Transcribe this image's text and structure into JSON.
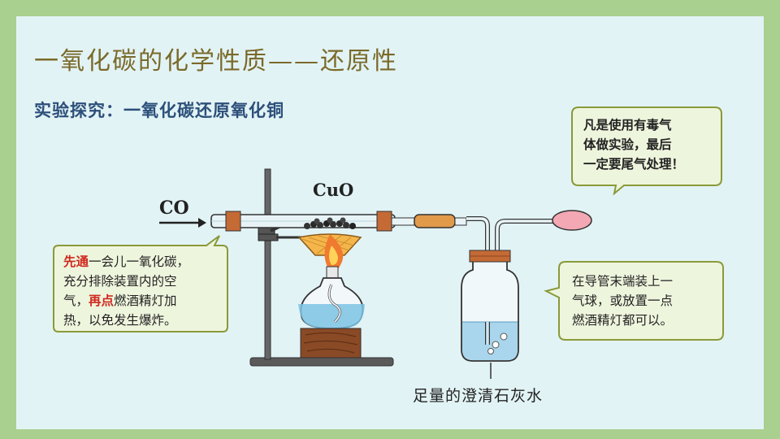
{
  "title": "一氧化碳的化学性质——还原性",
  "subtitle": "实验探究：一氧化碳还原氧化铜",
  "labels": {
    "co": "CO",
    "cuo": "CuO",
    "limewater": "足量的澄清石灰水"
  },
  "note_top_right": {
    "lines": [
      "凡是使用有毒气",
      "体做实验，最后",
      "一定要尾气处理！"
    ]
  },
  "note_left": {
    "line1_red": "先通",
    "line1_rest": "一会儿一氧化碳，",
    "line2": "充分排除装置内的空",
    "line3_pre": "气，",
    "line3_red": "再点",
    "line3_rest": "燃酒精灯加",
    "line4": "热，以免发生爆炸。"
  },
  "note_right": {
    "lines": [
      "在导管末端装上一",
      "气球，或放置一点",
      "燃酒精灯都可以。"
    ]
  },
  "colors": {
    "background_frame": "#a9d08e",
    "slide": "#e2f3f5",
    "title": "#7a6a2a",
    "subtitle": "#2c4f7a",
    "highlight": "#d0281e",
    "water": "#a9d6ec",
    "balloon": "#f3a8b4"
  }
}
